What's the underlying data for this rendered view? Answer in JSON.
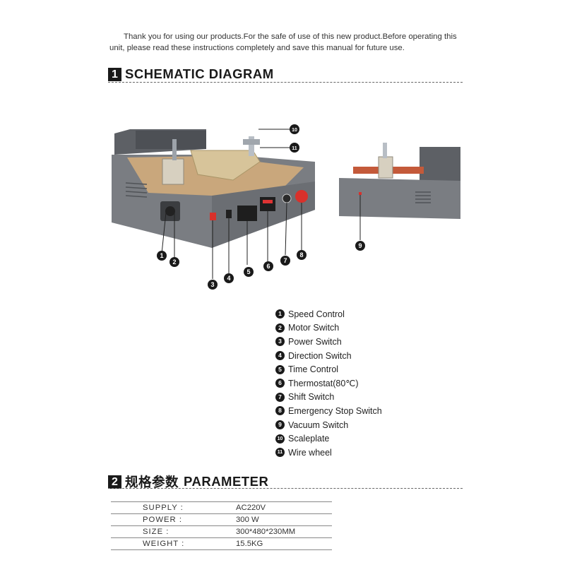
{
  "intro": {
    "text": "Thank you for using our products.For the safe of use of this new product.Before operating this unit, please read these instructions completely and save this manual for future use."
  },
  "sections": {
    "schematic": {
      "number": "1",
      "title": "SCHEMATIC DIAGRAM"
    },
    "parameter": {
      "number": "2",
      "title_cn": "规格参数",
      "title_en": "PARAMETER"
    }
  },
  "callouts": [
    "1",
    "2",
    "3",
    "4",
    "5",
    "6",
    "7",
    "8",
    "9",
    "10",
    "11"
  ],
  "legend": [
    {
      "num": "1",
      "label": "Speed Control"
    },
    {
      "num": "2",
      "label": "Motor Switch"
    },
    {
      "num": "3",
      "label": "Power Switch"
    },
    {
      "num": "4",
      "label": "Direction Switch"
    },
    {
      "num": "5",
      "label": "Time Control"
    },
    {
      "num": "6",
      "label": "Thermostat(80℃)"
    },
    {
      "num": "7",
      "label": "Shift Switch"
    },
    {
      "num": "8",
      "label": "Emergency Stop Switch"
    },
    {
      "num": "9",
      "label": "Vacuum Switch"
    },
    {
      "num": "10",
      "label": "Scaleplate"
    },
    {
      "num": "11",
      "label": "Wire wheel"
    }
  ],
  "parameters": [
    {
      "label": "SUPPLY :",
      "value": "AC220V"
    },
    {
      "label": "POWER :",
      "value": "300 W"
    },
    {
      "label": "SIZE :",
      "value": "300*480*230MM"
    },
    {
      "label": "WEIGHT :",
      "value": "15.5KG"
    }
  ],
  "colors": {
    "machine_body": "#6b6e73",
    "plate": "#c9a77c",
    "emergency": "#d8312b",
    "text": "#222222"
  }
}
